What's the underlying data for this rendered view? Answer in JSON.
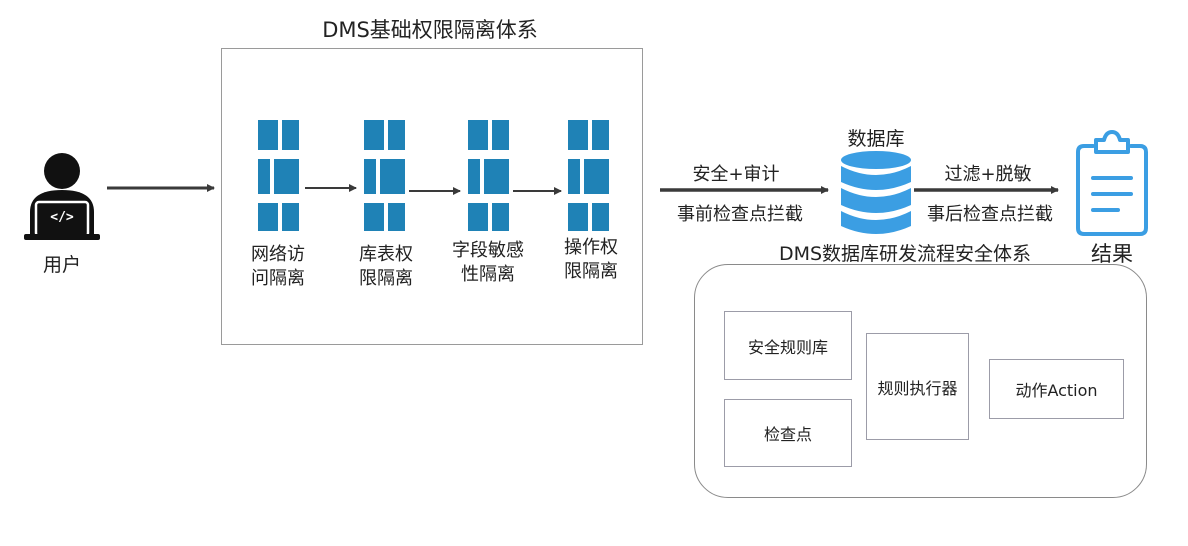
{
  "isolation": {
    "title": "DMS基础权限隔离体系",
    "stages": [
      {
        "line1": "网络访",
        "line2": "问隔离"
      },
      {
        "line1": "库表权",
        "line2": "限隔离"
      },
      {
        "line1": "字段敏感",
        "line2": "性隔离"
      },
      {
        "line1": "操作权",
        "line2": "限隔离"
      }
    ]
  },
  "user": {
    "label": "用户",
    "screen_glyph": "</>",
    "icon": "user-laptop-icon"
  },
  "arrow1": {
    "top": "安全+审计",
    "bottom": "事前检查点拦截"
  },
  "database": {
    "label": "数据库",
    "icon": "database-icon"
  },
  "arrow2": {
    "top": "过滤+脱敏",
    "bottom": "事后检查点拦截"
  },
  "result": {
    "label": "结果",
    "icon": "clipboard-icon"
  },
  "flow": {
    "title": "DMS数据库研发流程安全体系",
    "rule_library": "安全规则库",
    "checkpoint": "检查点",
    "rule_executor": "规则执行器",
    "action": "动作Action"
  },
  "colors": {
    "accent_blue": "#1f82b6",
    "icon_blue": "#3b9ee3",
    "arrow_dark": "#3a3a3a",
    "user_black": "#111111"
  }
}
